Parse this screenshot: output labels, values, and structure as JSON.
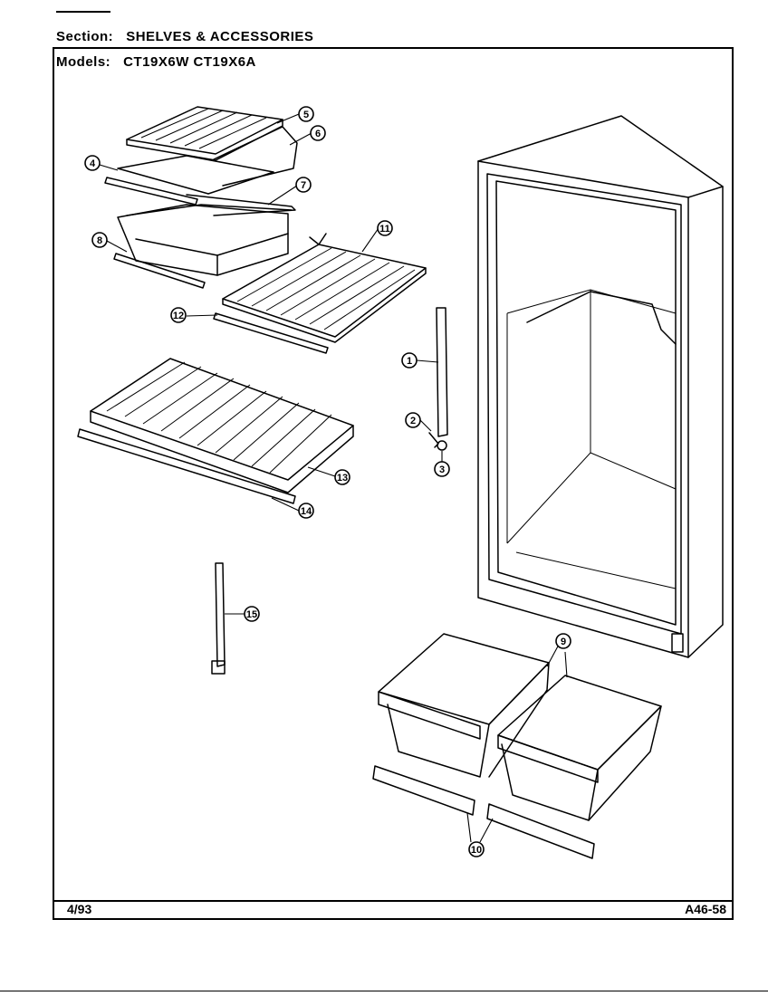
{
  "header": {
    "section_label": "Section:",
    "section_value": "SHELVES & ACCESSORIES",
    "models_label": "Models:",
    "models_value": "CT19X6W CT19X6A"
  },
  "footer": {
    "date": "4/93",
    "code": "A46-58"
  },
  "callouts": [
    "1",
    "2",
    "3",
    "4",
    "5",
    "6",
    "7",
    "8",
    "9",
    "10",
    "11",
    "12",
    "13",
    "14",
    "15"
  ]
}
